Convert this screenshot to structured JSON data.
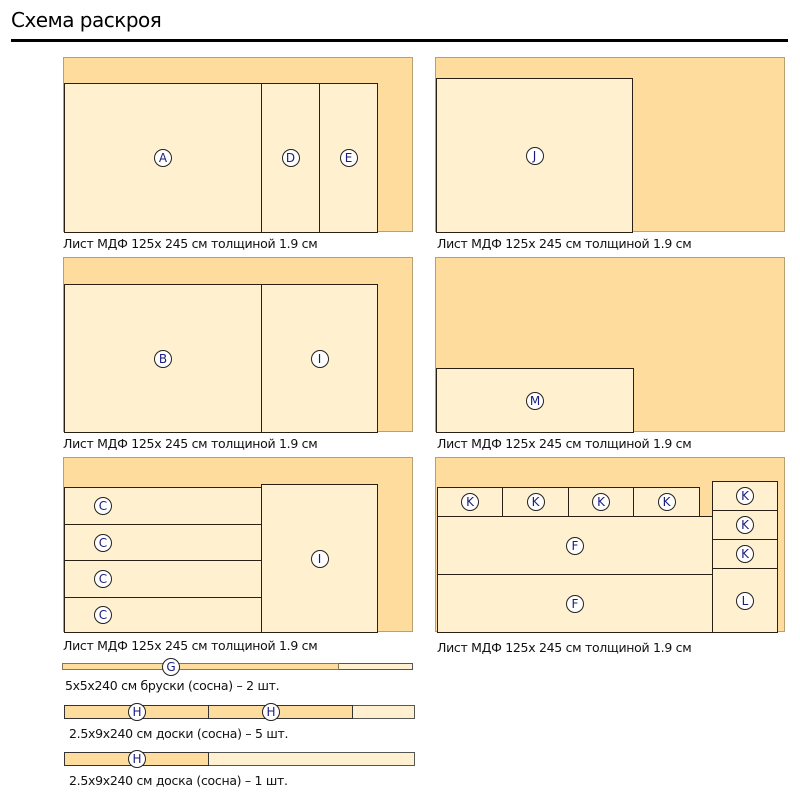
{
  "title": "Схема раскроя",
  "sheet_caption": "Лист МДФ 125х 245 см толщиной 1.9 см",
  "labels": {
    "A": "A",
    "B": "B",
    "C": "C",
    "D": "D",
    "E": "E",
    "F": "F",
    "G": "G",
    "H": "H",
    "I": "I",
    "J": "J",
    "K": "K",
    "L": "L",
    "M": "M"
  },
  "bars": [
    {
      "caption": "5x5x240 см бруски (сосна) – 2 шт."
    },
    {
      "caption": "2.5x9x240 см доски (сосна) – 5 шт."
    },
    {
      "caption": "2.5x9x240 см доска (сосна) – 1 шт."
    }
  ],
  "colors": {
    "sheet": "#fedc9e",
    "piece": "#fff0cf"
  }
}
